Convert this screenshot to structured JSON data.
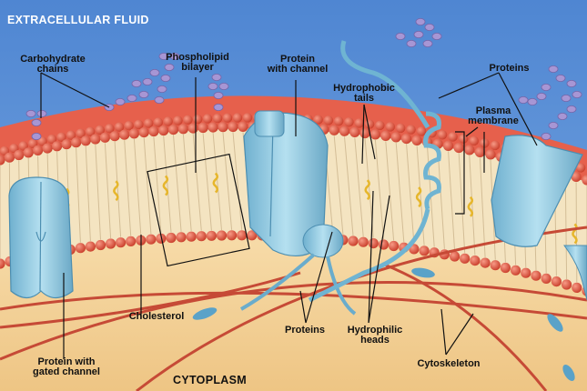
{
  "diagram": {
    "regions": {
      "top": "EXTRACELLULAR FLUID",
      "bottom": "CYTOPLASM"
    },
    "labels": {
      "carbohydrate_chains": "Carbohydrate\nchains",
      "phospholipid_bilayer": "Phospholipid\nbilayer",
      "protein_with_channel": "Protein\nwith channel",
      "hydrophobic_tails": "Hydrophobic\ntails",
      "proteins_top": "Proteins",
      "plasma_membrane": "Plasma\nmembrane",
      "cholesterol": "Cholesterol",
      "proteins_bottom": "Proteins",
      "hydrophilic_heads": "Hydrophilic\nheads",
      "cytoskeleton": "Cytoskeleton",
      "protein_gated_channel": "Protein with\ngated channel"
    }
  },
  "colors": {
    "extracellular": "#5e93d8",
    "cytoplasm": "#f3d39a",
    "phospholipid_head": "#e0533f",
    "tail": "#f6e7c4",
    "cholesterol": "#e8b630",
    "protein": "#8ec8e0",
    "carbohydrate": "#9b8cc8",
    "cytoskeleton": "#c94a35"
  }
}
